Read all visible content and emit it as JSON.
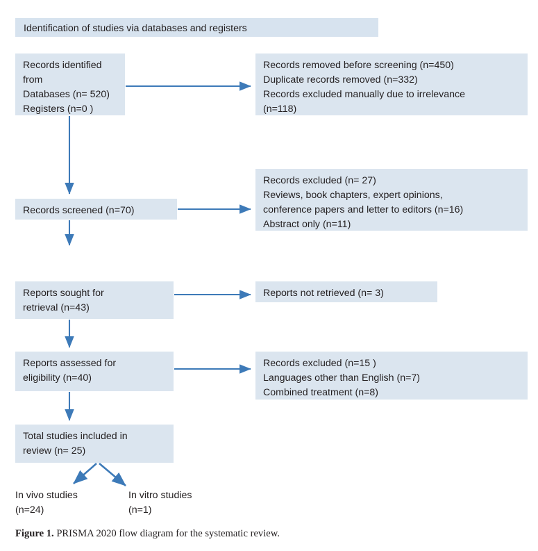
{
  "figure": {
    "header_band": "Identification of studies via databases and registers",
    "caption_prefix": "Figure 1.",
    "caption_text": " PRISMA 2020 flow diagram for the systematic review."
  },
  "colors": {
    "box_fill": "#dbe5ef",
    "band_fill": "#d7e3ef",
    "arrow": "#3d7ab8",
    "text": "#231f20"
  },
  "chart_data": {
    "type": "diagram",
    "title": "PRISMA 2020 flow diagram for the systematic review",
    "nodes": [
      {
        "id": "identified",
        "label": "Records identified from\nDatabases (n= 520)\nRegisters (n=0 )",
        "value": 520
      },
      {
        "id": "removed_before_screening",
        "label": "Records removed before screening (n=450)\nDuplicate records removed  (n=332)\nRecords excluded manually due to irrelevance\n(n=118)",
        "value": 450
      },
      {
        "id": "screened",
        "label": "Records screened (n=70)",
        "value": 70
      },
      {
        "id": "records_excluded",
        "label": "Records excluded (n= 27)\nReviews, book chapters, expert opinions,\nconference papers and letter to editors (n=16)\nAbstract only (n=11)",
        "value": 27
      },
      {
        "id": "reports_sought",
        "label": "Reports sought for\nretrieval (n=43)",
        "value": 43
      },
      {
        "id": "reports_not_retrieved",
        "label": "Reports not retrieved (n= 3)",
        "value": 3
      },
      {
        "id": "reports_assessed",
        "label": "Reports assessed for\neligibility (n=40)",
        "value": 40
      },
      {
        "id": "reports_excluded",
        "label": "Records excluded (n=15 )\nLanguages other than English (n=7)\nCombined treatment (n=8)",
        "value": 15
      },
      {
        "id": "total_included",
        "label": "Total studies included in\nreview (n= 25)",
        "value": 25
      },
      {
        "id": "in_vivo",
        "label": "In vivo studies\n(n=24)",
        "value": 24
      },
      {
        "id": "in_vitro",
        "label": "In vitro studies\n(n=1)",
        "value": 1
      }
    ],
    "edges": [
      {
        "from": "identified",
        "to": "removed_before_screening",
        "direction": "right"
      },
      {
        "from": "identified",
        "to": "screened",
        "direction": "down"
      },
      {
        "from": "screened",
        "to": "records_excluded",
        "direction": "right"
      },
      {
        "from": "screened",
        "to": "reports_sought",
        "direction": "down"
      },
      {
        "from": "reports_sought",
        "to": "reports_not_retrieved",
        "direction": "right"
      },
      {
        "from": "reports_sought",
        "to": "reports_assessed",
        "direction": "down"
      },
      {
        "from": "reports_assessed",
        "to": "reports_excluded",
        "direction": "right"
      },
      {
        "from": "reports_assessed",
        "to": "total_included",
        "direction": "down"
      },
      {
        "from": "total_included",
        "to": "in_vivo",
        "direction": "down-left"
      },
      {
        "from": "total_included",
        "to": "in_vitro",
        "direction": "down-right"
      }
    ]
  }
}
